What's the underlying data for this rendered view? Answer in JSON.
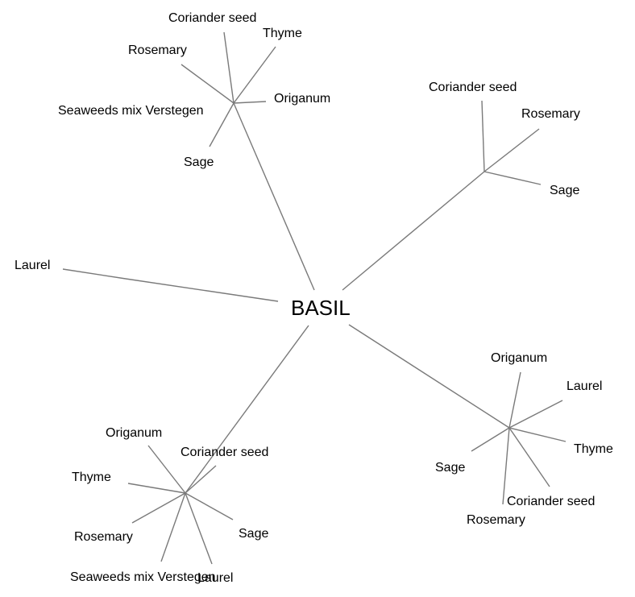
{
  "diagram": {
    "type": "radial-mind-map",
    "root": {
      "id": "basil",
      "label": "BASIL"
    },
    "branches": [
      {
        "id": "branch-top-left",
        "children": [
          "Coriander seed",
          "Thyme",
          "Rosemary",
          "Origanum",
          "Seaweeds mix Verstegen",
          "Sage"
        ]
      },
      {
        "id": "branch-top-right",
        "children": [
          "Coriander seed",
          "Rosemary",
          "Sage"
        ]
      },
      {
        "id": "branch-left",
        "leaf": "Laurel"
      },
      {
        "id": "branch-bottom-right",
        "children": [
          "Origanum",
          "Laurel",
          "Thyme",
          "Sage",
          "Coriander seed",
          "Rosemary"
        ]
      },
      {
        "id": "branch-bottom-left",
        "children": [
          "Origanum",
          "Coriander seed",
          "Thyme",
          "Rosemary",
          "Sage",
          "Seaweeds mix Verstegen",
          "Laurel"
        ]
      }
    ],
    "edge_color": "#7a7a7a"
  }
}
